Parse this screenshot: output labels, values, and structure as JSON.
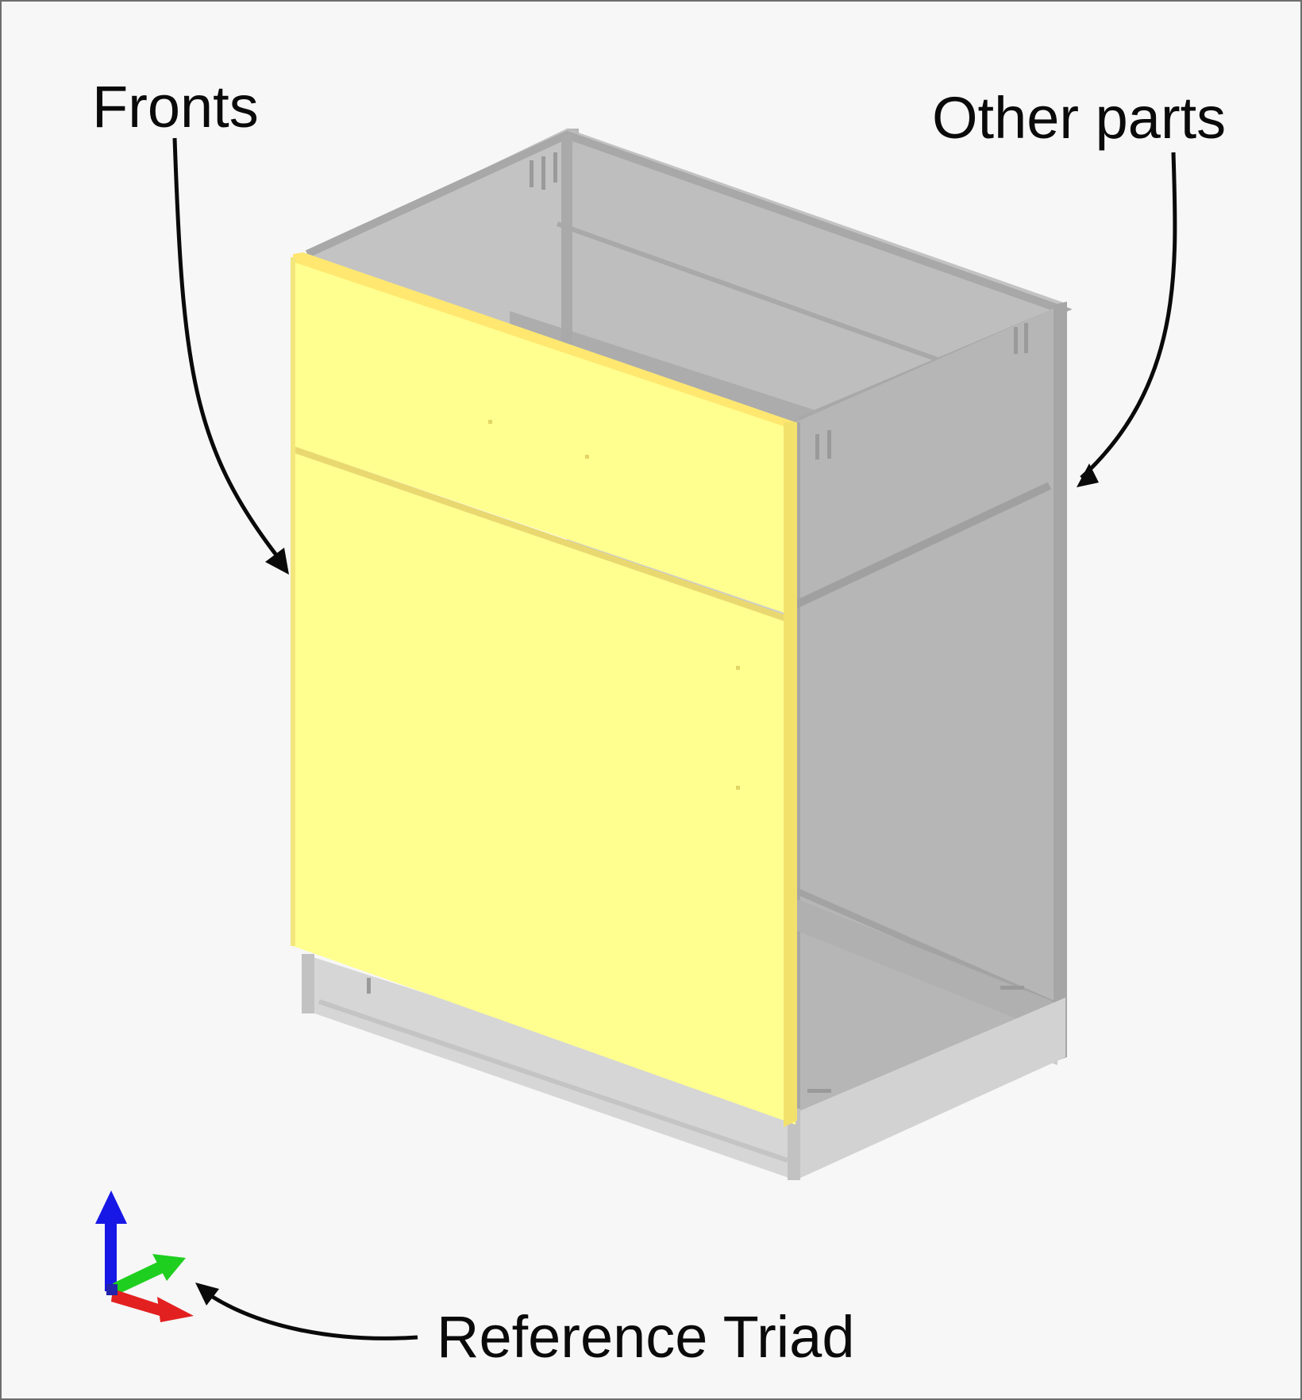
{
  "labels": {
    "fronts": "Fronts",
    "other_parts": "Other parts",
    "reference_triad": "Reference Triad"
  },
  "colors": {
    "background": "#f7f7f7",
    "frame_border": "#6e6e6e",
    "cabinet_gray": "#b4b4b4",
    "cabinet_edge": "#a8a8a8",
    "front_yellow": "#ffff90",
    "front_edge": "#e8d860",
    "axis_x": "#e32020",
    "axis_y": "#1fcf1f",
    "axis_z": "#1818e6",
    "annotation": "#0a0a0a"
  },
  "icons": [
    "reference-triad-icon"
  ]
}
